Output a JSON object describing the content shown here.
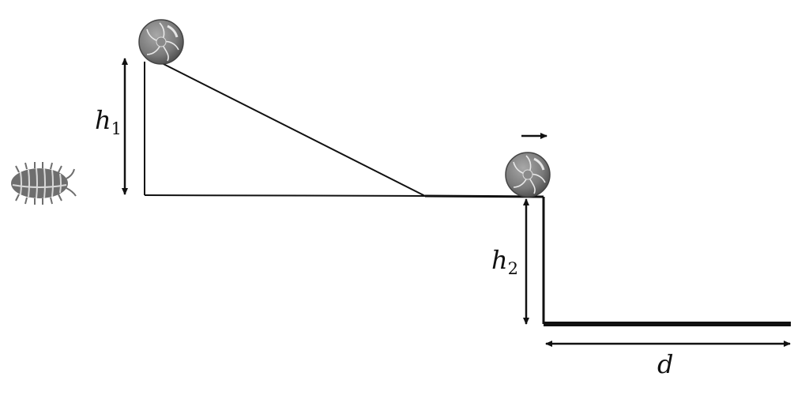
{
  "labels": {
    "h1": {
      "main": "h",
      "sub": "1"
    },
    "h2": {
      "main": "h",
      "sub": "2"
    },
    "d": "d"
  },
  "icons": {
    "marble_top": "marble-icon",
    "marble_bottom": "marble-icon",
    "bug": "pill-bug-icon",
    "velocity_arrow": "arrow-right-icon"
  },
  "colors": {
    "line": "#111111",
    "marble": "#7a7a7a",
    "bug": "#6e6e6e"
  }
}
